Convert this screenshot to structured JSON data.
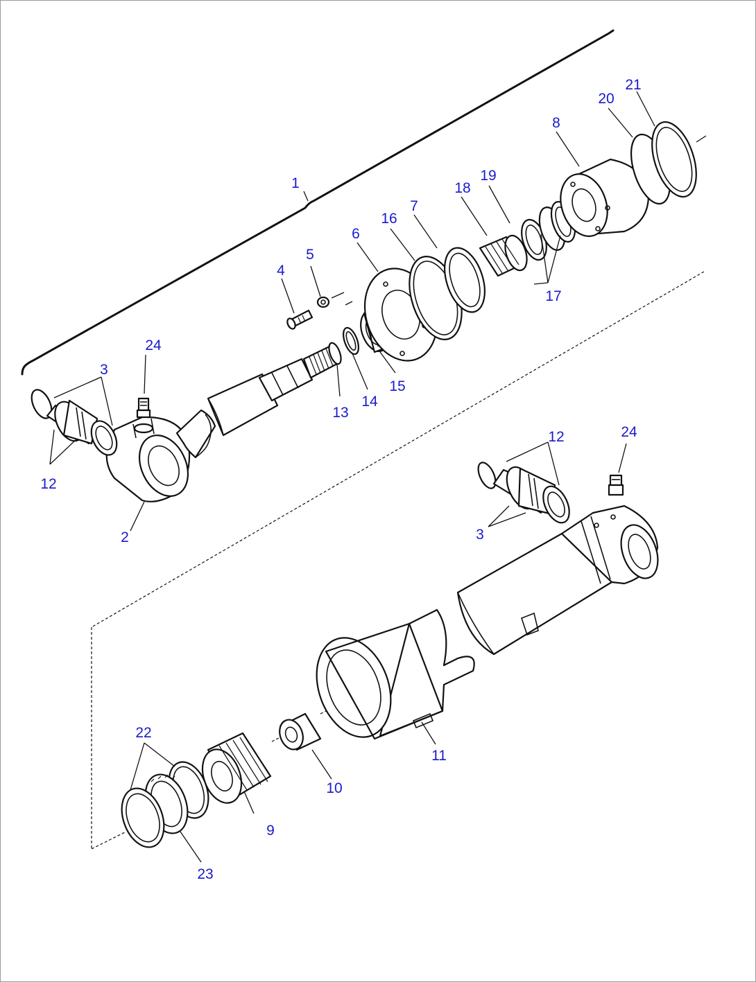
{
  "diagram": {
    "callouts": [
      {
        "id": "c1",
        "text": "1"
      },
      {
        "id": "c2",
        "text": "2"
      },
      {
        "id": "c3a",
        "text": "3"
      },
      {
        "id": "c3b",
        "text": "3"
      },
      {
        "id": "c4",
        "text": "4"
      },
      {
        "id": "c5",
        "text": "5"
      },
      {
        "id": "c6",
        "text": "6"
      },
      {
        "id": "c7",
        "text": "7"
      },
      {
        "id": "c8",
        "text": "8"
      },
      {
        "id": "c9",
        "text": "9"
      },
      {
        "id": "c10",
        "text": "10"
      },
      {
        "id": "c11",
        "text": "11"
      },
      {
        "id": "c12a",
        "text": "12"
      },
      {
        "id": "c12b",
        "text": "12"
      },
      {
        "id": "c13",
        "text": "13"
      },
      {
        "id": "c14",
        "text": "14"
      },
      {
        "id": "c15",
        "text": "15"
      },
      {
        "id": "c16",
        "text": "16"
      },
      {
        "id": "c17",
        "text": "17"
      },
      {
        "id": "c18",
        "text": "18"
      },
      {
        "id": "c19",
        "text": "19"
      },
      {
        "id": "c20",
        "text": "20"
      },
      {
        "id": "c21",
        "text": "21"
      },
      {
        "id": "c22",
        "text": "22"
      },
      {
        "id": "c23",
        "text": "23"
      },
      {
        "id": "c24a",
        "text": "24"
      },
      {
        "id": "c24b",
        "text": "24"
      }
    ],
    "label_color": "#1a1acc",
    "line_color": "#111111"
  }
}
